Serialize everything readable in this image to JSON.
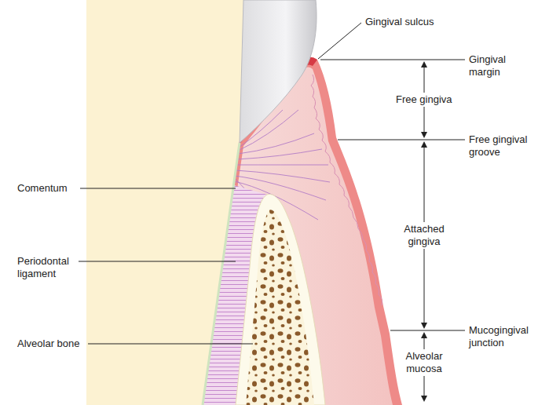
{
  "diagram": {
    "labels": [
      "Gingival sulcus",
      "Gingival margin",
      "Free gingiva",
      "Free gingival groove",
      "Attached gingiva",
      "Mucogingival junction",
      "Alveolar mucosa",
      "Comentum",
      "Periodontal ligament",
      "Alveolar bone"
    ]
  }
}
